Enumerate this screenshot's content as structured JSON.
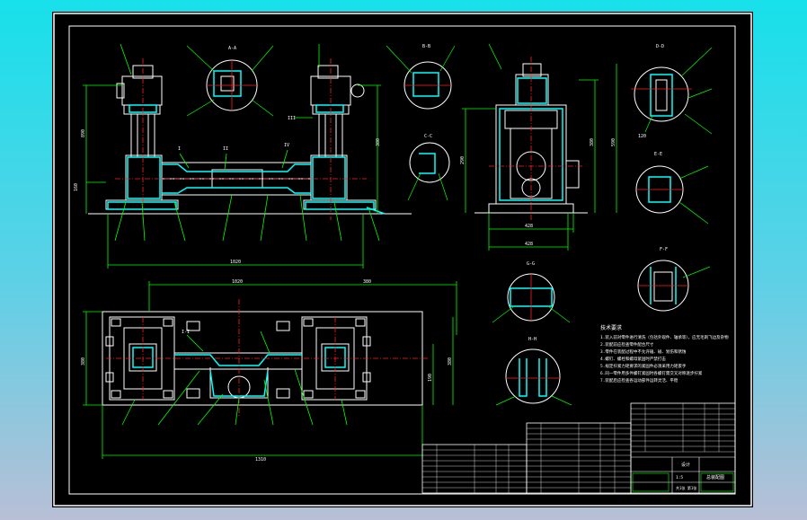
{
  "colors": {
    "background_top": "#17e0ea",
    "background_bottom": "#b8bfd6",
    "sheet": "#000000",
    "line_white": "#ffffff",
    "line_cyan": "#00ffff",
    "line_green": "#00ff00",
    "line_red": "#ff2020",
    "line_magenta": "#ff00ff"
  },
  "labels": {
    "view_ab": "A-A",
    "view_bb": "B-B",
    "view_cc": "C-C",
    "view_dd": "D-D",
    "view_ee": "E-E",
    "view_ff": "F-F",
    "view_gg": "G-G",
    "view_hh": "H-H",
    "view_ii": "I-I",
    "detail_1": "I",
    "detail_2": "II",
    "detail_3": "III",
    "detail_4": "IV"
  },
  "technical_notes": {
    "heading": "技术要求",
    "lines": [
      "1.装入前对零件进行清洗（包括外观件、轴承等），应无毛刺飞边及杂物",
      "2.装配前应检查零件配合尺寸",
      "3.零件在装配过程中不允许磕、碰、划伤和锈蚀",
      "4.螺钉、螺栓和螺母紧固时严禁打击",
      "5.规定拧紧力矩要求的紧固件必须采用力矩扳手",
      "6.同一零件用多件螺钉紧固时各螺钉需交叉对称逐步拧紧",
      "7.装配后应检查各运动部件运转灵活、平稳"
    ]
  },
  "title_block": {
    "drawing_name": "总装配图",
    "company": "设计",
    "scale": "1:5",
    "sheet": "共1张 第1张"
  }
}
